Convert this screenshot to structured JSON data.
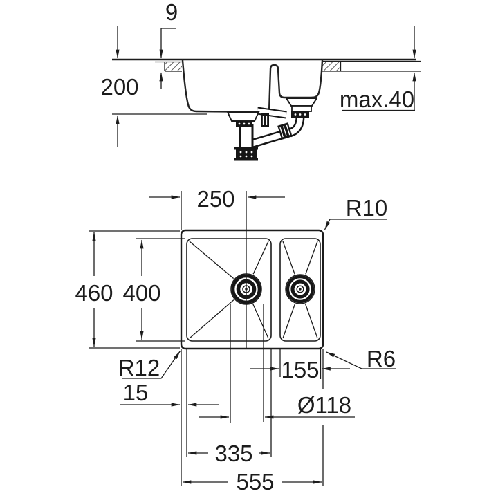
{
  "drawing": {
    "title": "sink-technical-drawing",
    "colors": {
      "line": "#1c1c1c",
      "background": "#ffffff"
    },
    "side_view": {
      "rim_height": "9",
      "bowl_depth": "200",
      "counter_thickness": "max.40"
    },
    "plan_view": {
      "drain_offset": "250",
      "corner_radius_outer": "R10",
      "overall_depth": "460",
      "bowl_inner_depth": "400",
      "corner_radius_main_bowl": "R12",
      "rim_width": "15",
      "small_bowl_width": "155",
      "corner_radius_small_bowl": "R6",
      "drain_diameter": "Ø118",
      "main_bowl_width": "335",
      "overall_width": "555"
    }
  }
}
